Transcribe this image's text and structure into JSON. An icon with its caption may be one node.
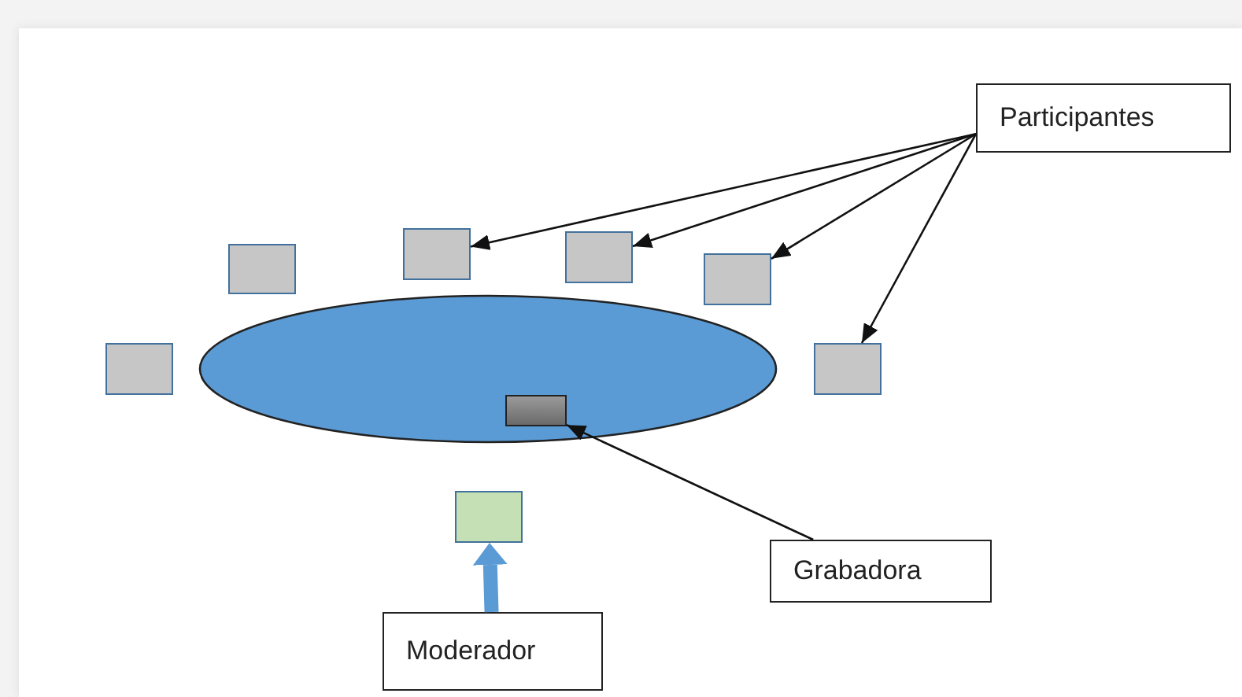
{
  "diagram": {
    "nodes": [
      {
        "text": [
          "Participantes"
        ]
      },
      {
        "text": [],
        "shape": "box"
      },
      {
        "text": [],
        "shape": "box"
      },
      {
        "text": [],
        "shape": "box"
      },
      {
        "text": [],
        "shape": "box"
      },
      {
        "text": [],
        "shape": "box"
      },
      {
        "text": [],
        "shape": "box"
      },
      {
        "text": [],
        "shape": "ellipse"
      },
      {
        "text": [],
        "shape": "box",
        "in": 7
      },
      {
        "text": [],
        "shape": "box"
      },
      {
        "text": [
          "Grabadora"
        ]
      },
      {
        "text": [
          "Moderador"
        ]
      }
    ],
    "edges": [
      {
        "from": 0,
        "to": 2,
        "arrow": "to"
      },
      {
        "from": 0,
        "to": 3,
        "arrow": "to"
      },
      {
        "from": 0,
        "to": 4,
        "arrow": "to"
      },
      {
        "from": 0,
        "to": 6,
        "arrow": "to"
      },
      {
        "from": 10,
        "to": 8,
        "arrow": "to"
      },
      {
        "from": 11,
        "to": 9,
        "arrow": "to",
        "style": "thick",
        "color": "#5b9bd5"
      }
    ]
  }
}
